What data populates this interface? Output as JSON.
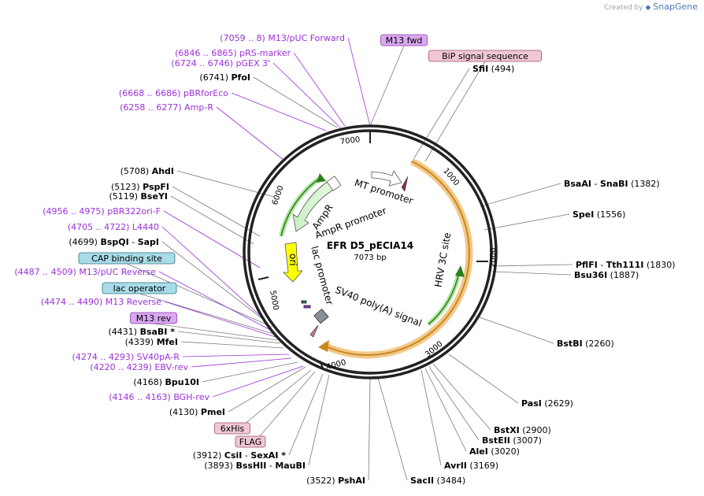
{
  "credit": {
    "created_by": "Created by",
    "brand": "SnapGene"
  },
  "plasmid": {
    "name": "EFR D5_pECIA14",
    "size_label": "7073 bp",
    "total_bp": 7073
  },
  "ring_ticks": [
    "1000",
    "2000",
    "3000",
    "4000",
    "5000",
    "6000",
    "7000"
  ],
  "features": {
    "mt_promoter": "MT promoter",
    "ampr": "AmpR",
    "ampr_promoter": "AmpR promoter",
    "lac_promoter": "lac promoter",
    "ori": "ori",
    "hrv": "HRV 3C site",
    "sv40": "SV40 poly(A) signal"
  },
  "labels": [
    {
      "id": "m13-pucfwd",
      "pos": "(7059 .. 8)",
      "name": "M13/pUC Forward",
      "kind": "primer"
    },
    {
      "id": "m13fwd",
      "name": "M13 fwd",
      "kind": "box",
      "fill": "#d9a8f0",
      "stroke": "#8b3bb0"
    },
    {
      "id": "bip",
      "name": "BiP signal sequence",
      "kind": "box",
      "fill": "#f0c8d4",
      "stroke": "#9a5066"
    },
    {
      "id": "sfii",
      "name": "SfiI",
      "pos": "(494)",
      "kind": "site_r"
    },
    {
      "id": "prs",
      "pos": "(6846 .. 6865)",
      "name": "pRS-marker",
      "kind": "primer"
    },
    {
      "id": "pgex",
      "pos": "(6724 .. 6746)",
      "name": "pGEX 3'",
      "kind": "primer"
    },
    {
      "id": "pfoi",
      "pos": "(6741)",
      "name": "PfoI",
      "kind": "site_l"
    },
    {
      "id": "pbrfor",
      "pos": "(6668 .. 6686)",
      "name": "pBRforEco",
      "kind": "primer"
    },
    {
      "id": "ampr-p",
      "pos": "(6258 .. 6277)",
      "name": "Amp-R",
      "kind": "primer"
    },
    {
      "id": "ahdi",
      "pos": "(5708)",
      "name": "AhdI",
      "kind": "site_l"
    },
    {
      "id": "pspfi",
      "pos": "(5123)",
      "name": "PspFI",
      "kind": "site_l"
    },
    {
      "id": "bseyi",
      "pos": "(5119)",
      "name": "BseYI",
      "kind": "site_l"
    },
    {
      "id": "pbr322",
      "pos": "(4956 .. 4975)",
      "name": "pBR322ori-F",
      "kind": "primer"
    },
    {
      "id": "l4440",
      "pos": "(4705 .. 4722)",
      "name": "L4440",
      "kind": "primer"
    },
    {
      "id": "bspqi",
      "pos": "(4699)",
      "name": "BspQI",
      "name2": "SapI",
      "kind": "site_l"
    },
    {
      "id": "cap",
      "name": "CAP binding site",
      "kind": "box",
      "fill": "#a8dce8",
      "stroke": "#2c6f80"
    },
    {
      "id": "m13puc-rev",
      "pos": "(4487 .. 4509)",
      "name": "M13/pUC Reverse",
      "kind": "primer"
    },
    {
      "id": "lacop",
      "name": "lac operator",
      "kind": "box",
      "fill": "#a8dce8",
      "stroke": "#2c6f80"
    },
    {
      "id": "m13rev-p",
      "pos": "(4474 .. 4490)",
      "name": "M13 Reverse",
      "kind": "primer"
    },
    {
      "id": "m13rev",
      "name": "M13 rev",
      "kind": "box",
      "fill": "#d9a8f0",
      "stroke": "#8b3bb0"
    },
    {
      "id": "bsabi",
      "pos": "(4431)",
      "name": "BsaBI *",
      "kind": "site_l"
    },
    {
      "id": "mfei",
      "pos": "(4339)",
      "name": "MfeI",
      "kind": "site_l"
    },
    {
      "id": "sv40pa",
      "pos": "(4274 .. 4293)",
      "name": "SV40pA-R",
      "kind": "primer"
    },
    {
      "id": "ebv",
      "pos": "(4220 .. 4239)",
      "name": "EBV-rev",
      "kind": "primer"
    },
    {
      "id": "bpu10i",
      "pos": "(4168)",
      "name": "Bpu10I",
      "kind": "site_l"
    },
    {
      "id": "bgh",
      "pos": "(4146 .. 4163)",
      "name": "BGH-rev",
      "kind": "primer"
    },
    {
      "id": "pmei",
      "pos": "(4130)",
      "name": "PmeI",
      "kind": "site_l"
    },
    {
      "id": "his",
      "name": "6xHis",
      "kind": "box",
      "fill": "#f0c8d4",
      "stroke": "#9a5066"
    },
    {
      "id": "flag",
      "name": "FLAG",
      "kind": "box",
      "fill": "#f0c8d4",
      "stroke": "#9a5066"
    },
    {
      "id": "csii",
      "pos": "(3912)",
      "name": "CsiI",
      "name2": "SexAI *",
      "kind": "site_l"
    },
    {
      "id": "bsshii",
      "pos": "(3893)",
      "name": "BssHII",
      "name2": "MauBI",
      "kind": "site_l"
    },
    {
      "id": "pshai",
      "pos": "(3522)",
      "name": "PshAI",
      "kind": "site_l"
    },
    {
      "id": "sacii",
      "name": "SacII",
      "pos": "(3484)",
      "kind": "site_r"
    },
    {
      "id": "avrii",
      "name": "AvrII",
      "pos": "(3169)",
      "kind": "site_r"
    },
    {
      "id": "alei",
      "name": "AleI",
      "pos": "(3020)",
      "kind": "site_r"
    },
    {
      "id": "bsteii",
      "name": "BstEII",
      "pos": "(3007)",
      "kind": "site_r"
    },
    {
      "id": "bstxi",
      "name": "BstXI",
      "pos": "(2900)",
      "kind": "site_r"
    },
    {
      "id": "pasi",
      "name": "PasI",
      "pos": "(2629)",
      "kind": "site_r"
    },
    {
      "id": "bstbi",
      "name": "BstBI",
      "pos": "(2260)",
      "kind": "site_r"
    },
    {
      "id": "bsu36i",
      "name": "Bsu36I",
      "pos": "(1887)",
      "kind": "site_r"
    },
    {
      "id": "pflfi",
      "name": "PflFI",
      "name2": "Tth111I",
      "pos": "(1830)",
      "kind": "site_r"
    },
    {
      "id": "spei",
      "name": "SpeI",
      "pos": "(1556)",
      "kind": "site_r"
    },
    {
      "id": "bsaai",
      "name": "BsaAI",
      "name2": "SnaBI",
      "pos": "(1382)",
      "kind": "site_r"
    }
  ]
}
